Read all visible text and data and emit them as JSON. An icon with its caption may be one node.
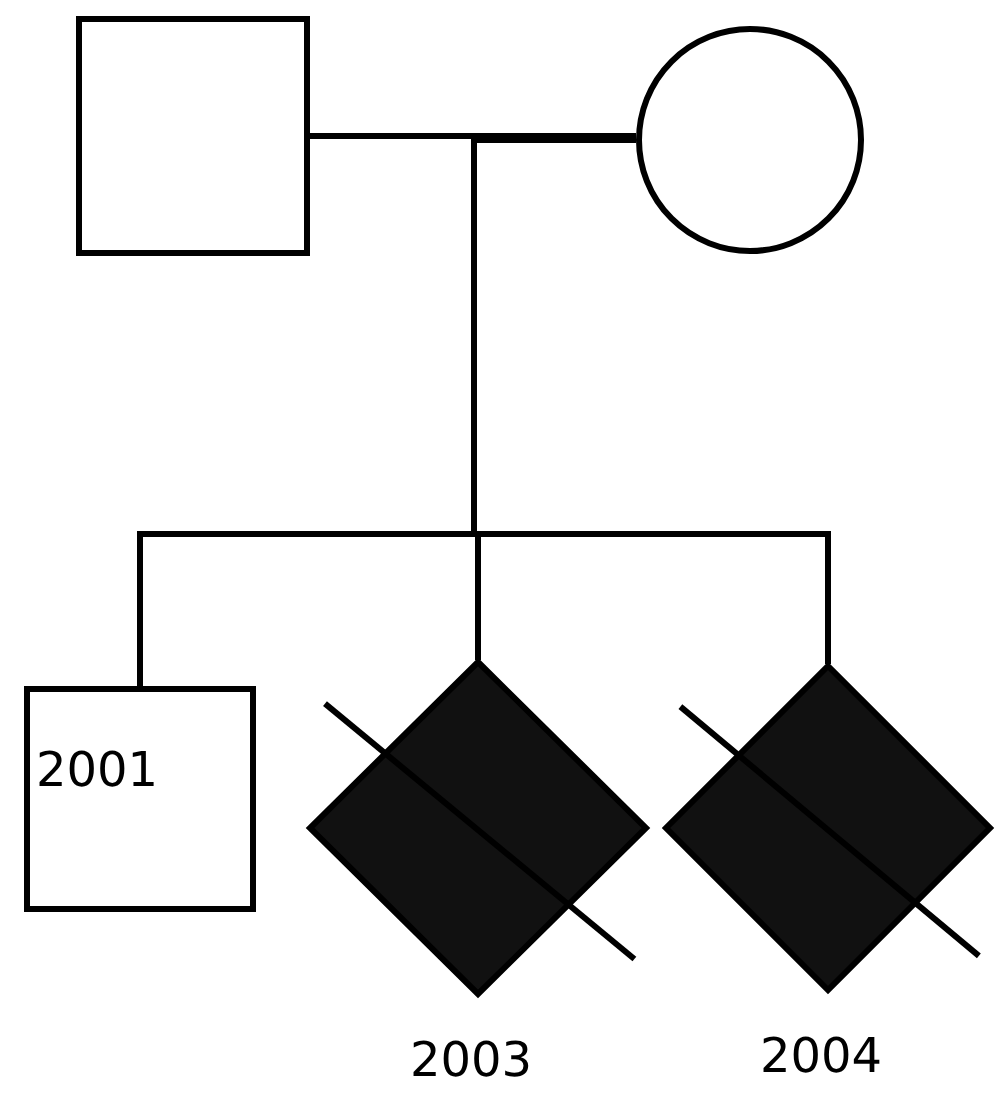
{
  "diagram": {
    "nodes": [
      {
        "text": [],
        "shape": "box"
      },
      {
        "text": [],
        "shape": "circle"
      },
      {
        "text": [
          "2001"
        ]
      },
      {
        "text": [],
        "shape": "diamond",
        "beside": [
          "2003"
        ]
      },
      {
        "text": [],
        "shape": "diamond",
        "beside": [
          "2004"
        ]
      }
    ],
    "edges": [
      {
        "from": 0,
        "to": 1,
        "arrow": "none"
      },
      {
        "from": 0,
        "to": 2,
        "arrow": "none"
      },
      {
        "from": 0,
        "to": 3,
        "arrow": "none"
      },
      {
        "from": 0,
        "to": 4,
        "arrow": "none"
      },
      {
        "from": 1,
        "to": 2,
        "arrow": "none"
      },
      {
        "from": 1,
        "to": 3,
        "arrow": "none"
      },
      {
        "from": 1,
        "to": 4,
        "arrow": "none"
      }
    ]
  }
}
